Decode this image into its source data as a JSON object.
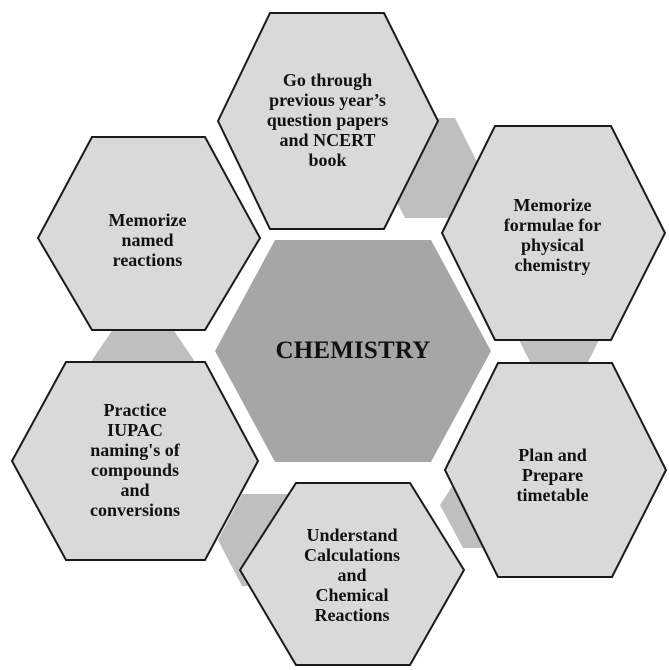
{
  "center": {
    "label": "CHEMISTRY"
  },
  "tips": [
    {
      "id": "top",
      "label": "Go through\nprevious year’s\nquestion papers\nand NCERT\nbook"
    },
    {
      "id": "upper-right",
      "label": "Memorize\nformulae for\nphysical\nchemistry"
    },
    {
      "id": "lower-right",
      "label": "Plan and\nPrepare\ntimetable"
    },
    {
      "id": "bottom",
      "label": "Understand\nCalculations\nand\nChemical\nReactions"
    },
    {
      "id": "lower-left",
      "label": "Practice\nIUPAC\nnaming's of\ncompounds\nand\nconversions"
    },
    {
      "id": "upper-left",
      "label": "Memorize\nnamed\nreactions"
    }
  ],
  "colors": {
    "center_fill": "#a6a6a6",
    "outer_fill": "#d9d9d9",
    "connector_fill": "#bfbfbf",
    "stroke": "#1a1a1a"
  }
}
